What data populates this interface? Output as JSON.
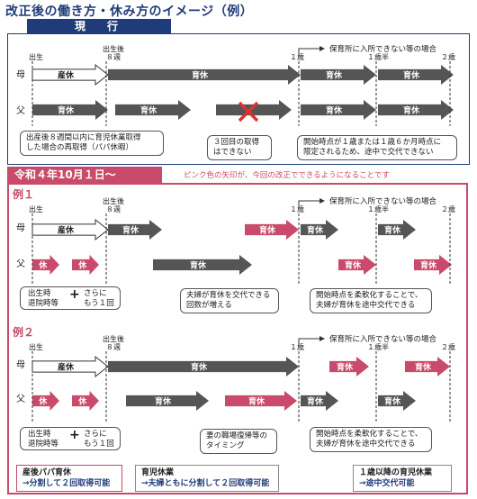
{
  "title": "改正後の働き方・休み方のイメージ（例）",
  "current": {
    "tab": "現　行"
  },
  "reiwa": {
    "tab": "令和４年10月１日～",
    "note": "ピンク色の矢印が、今回の改正でできるようになることです"
  },
  "labels": {
    "birth": "出生",
    "after8w_1": "出生後",
    "after8w_2": "８週",
    "age1": "１歳",
    "age15": "１歳半",
    "age2": "２歳",
    "nursery": "保育所に入所できない等の場合",
    "mother": "母",
    "father": "父",
    "sankyu": "産休",
    "ikukyu": "育休",
    "example1": "例１",
    "example2": "例２",
    "plus": "+"
  },
  "callouts": {
    "c_papa1": "出産後８週間以内に育児休業取得",
    "c_papa2": "した場合の再取得（パパ休暇）",
    "c_third1": "３回目の取得",
    "c_third2": "はできない",
    "c_start1": "開始時点が１歳または１歳６か月時点に",
    "c_start2": "限定されるため、途中で交代できない",
    "e_birth1": "出生時",
    "e_birth2": "退院時等",
    "e_more1": "さらに",
    "e_more2": "もう１回",
    "e1_count1": "夫婦が育休を交代できる",
    "e1_count2": "回数が増える",
    "e_flex1": "開始時点を柔軟化することで、",
    "e_flex2": "夫婦が育休を途中交代できる",
    "e2_work1": "妻の職場復帰等の",
    "e2_work2": "タイミング"
  },
  "bottom": {
    "b1_t": "産後パパ育休",
    "b1_s": "→分割して２回取得可能",
    "b2_t": "育児休業",
    "b2_s": "→夫婦ともに分割して２回取得可能",
    "b3_t": "１歳以降の育児休業",
    "b3_s": "→途中交代可能"
  },
  "colors": {
    "navy": "#1f3b7a",
    "pink": "#c94a6a",
    "gray": "#555555",
    "cross": "#e03030"
  }
}
